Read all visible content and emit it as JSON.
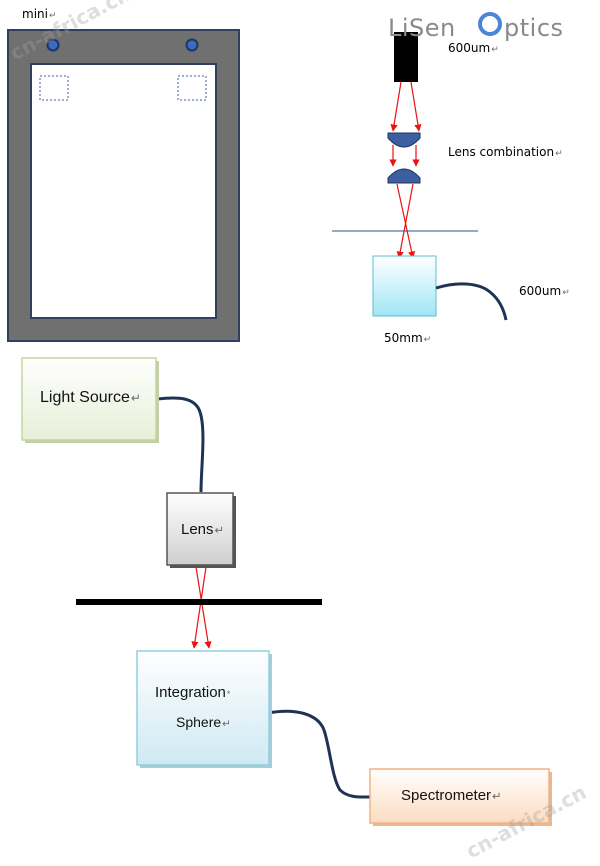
{
  "logo": {
    "text_part1": "LiSen",
    "text_part2": "ptics",
    "color": "#8a8a8a"
  },
  "device": {
    "label": "mini",
    "frame_color": "#707070",
    "border_color": "#2f3f5f"
  },
  "optics": {
    "fiber_top_label": "600um",
    "lens_label": "Lens combination",
    "fiber_right_label": "600um",
    "distance_label": "50mm"
  },
  "setup": {
    "light_source_label": "Light Source",
    "lens_label": "Lens",
    "sphere_label_line1": "Integration",
    "sphere_label_line2": "Sphere",
    "spectrometer_label": "Spectrometer"
  },
  "watermark": {
    "top": "cn-africa.cn",
    "bottom": "cn-africa.cn"
  },
  "colors": {
    "beam": "#ee1111",
    "cable": "#1f3355",
    "lens_fill": "#3d5fa0",
    "light_source_fill": "#eef3de",
    "sphere_fill": "#dff1f8",
    "spectrometer_fill": "#fde9d6"
  }
}
